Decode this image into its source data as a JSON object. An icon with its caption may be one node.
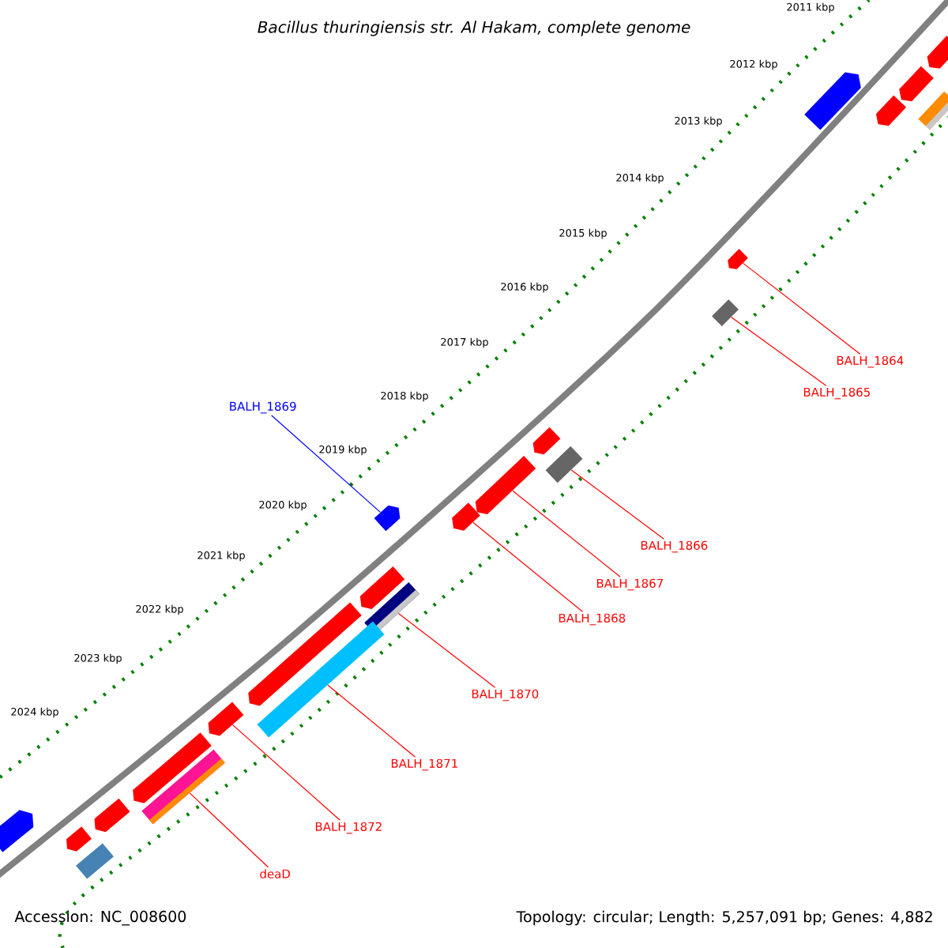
{
  "diagram": {
    "title": "Bacillus thuringiensis str. Al Hakam, complete genome",
    "nodes": [
      {
        "text": [
          "BALH_1864"
        ]
      },
      {
        "text": [],
        "shape": "pentagon"
      },
      {
        "text": [
          "BALH_1865"
        ]
      },
      {
        "text": [],
        "shape": "bar"
      },
      {
        "text": [
          "BALH_1869"
        ]
      },
      {
        "text": [],
        "shape": "pentagon"
      },
      {
        "text": [
          "BALH_1866"
        ]
      },
      {
        "text": [],
        "shape": "bar"
      },
      {
        "text": [
          "BALH_1867"
        ]
      },
      {
        "text": [],
        "shape": "pentagon"
      },
      {
        "text": [
          "BALH_1868"
        ]
      },
      {
        "text": [],
        "shape": "pentagon"
      },
      {
        "text": [
          "BALH_1870"
        ]
      },
      {
        "text": [],
        "shape": "bar"
      },
      {
        "text": [
          "BALH_1871"
        ]
      },
      {
        "text": [],
        "shape": "bar"
      },
      {
        "text": [
          "BALH_1872"
        ]
      },
      {
        "text": [],
        "shape": "pentagon"
      },
      {
        "text": [
          "deaD"
        ]
      },
      {
        "text": [],
        "shape": "bar"
      },
      {
        "text": [],
        "shape": "pentagon"
      },
      {
        "text": [],
        "shape": "pentagon"
      },
      {
        "text": [],
        "shape": "pentagon"
      },
      {
        "text": [],
        "shape": "bar"
      },
      {
        "text": [],
        "shape": "pentagon"
      },
      {
        "text": [],
        "shape": "pentagon"
      },
      {
        "text": [],
        "shape": "pentagon"
      },
      {
        "text": [],
        "shape": "pentagon"
      },
      {
        "text": [],
        "shape": "pentagon"
      },
      {
        "text": [],
        "shape": "pentagon"
      },
      {
        "text": [],
        "shape": "pentagon"
      },
      {
        "text": [],
        "shape": "pentagon"
      },
      {
        "text": [],
        "shape": "bar"
      }
    ],
    "edges": [
      {
        "from": 0,
        "to": 1,
        "arrow": "none"
      },
      {
        "from": 2,
        "to": 3,
        "arrow": "none"
      },
      {
        "from": 4,
        "to": 5,
        "arrow": "none",
        "color": "#0000ff"
      },
      {
        "from": 6,
        "to": 7,
        "arrow": "none"
      },
      {
        "from": 8,
        "to": 9,
        "arrow": "none"
      },
      {
        "from": 10,
        "to": 11,
        "arrow": "none"
      },
      {
        "from": 12,
        "to": 13,
        "arrow": "none"
      },
      {
        "from": 14,
        "to": 15,
        "arrow": "none"
      },
      {
        "from": 16,
        "to": 17,
        "arrow": "none"
      },
      {
        "from": 18,
        "to": 19,
        "arrow": "none"
      }
    ],
    "labels": [
      "2011 kbp",
      "2012 kbp",
      "2013 kbp",
      "2014 kbp",
      "2015 kbp",
      "2016 kbp",
      "2017 kbp",
      "2018 kbp",
      "2019 kbp",
      "2020 kbp",
      "2021 kbp",
      "2022 kbp",
      "2023 kbp",
      "2024 kbp",
      "Accession: NC_008600",
      "Topology: circular; Length: 5,257,091 bp; Genes: 4,882"
    ]
  }
}
